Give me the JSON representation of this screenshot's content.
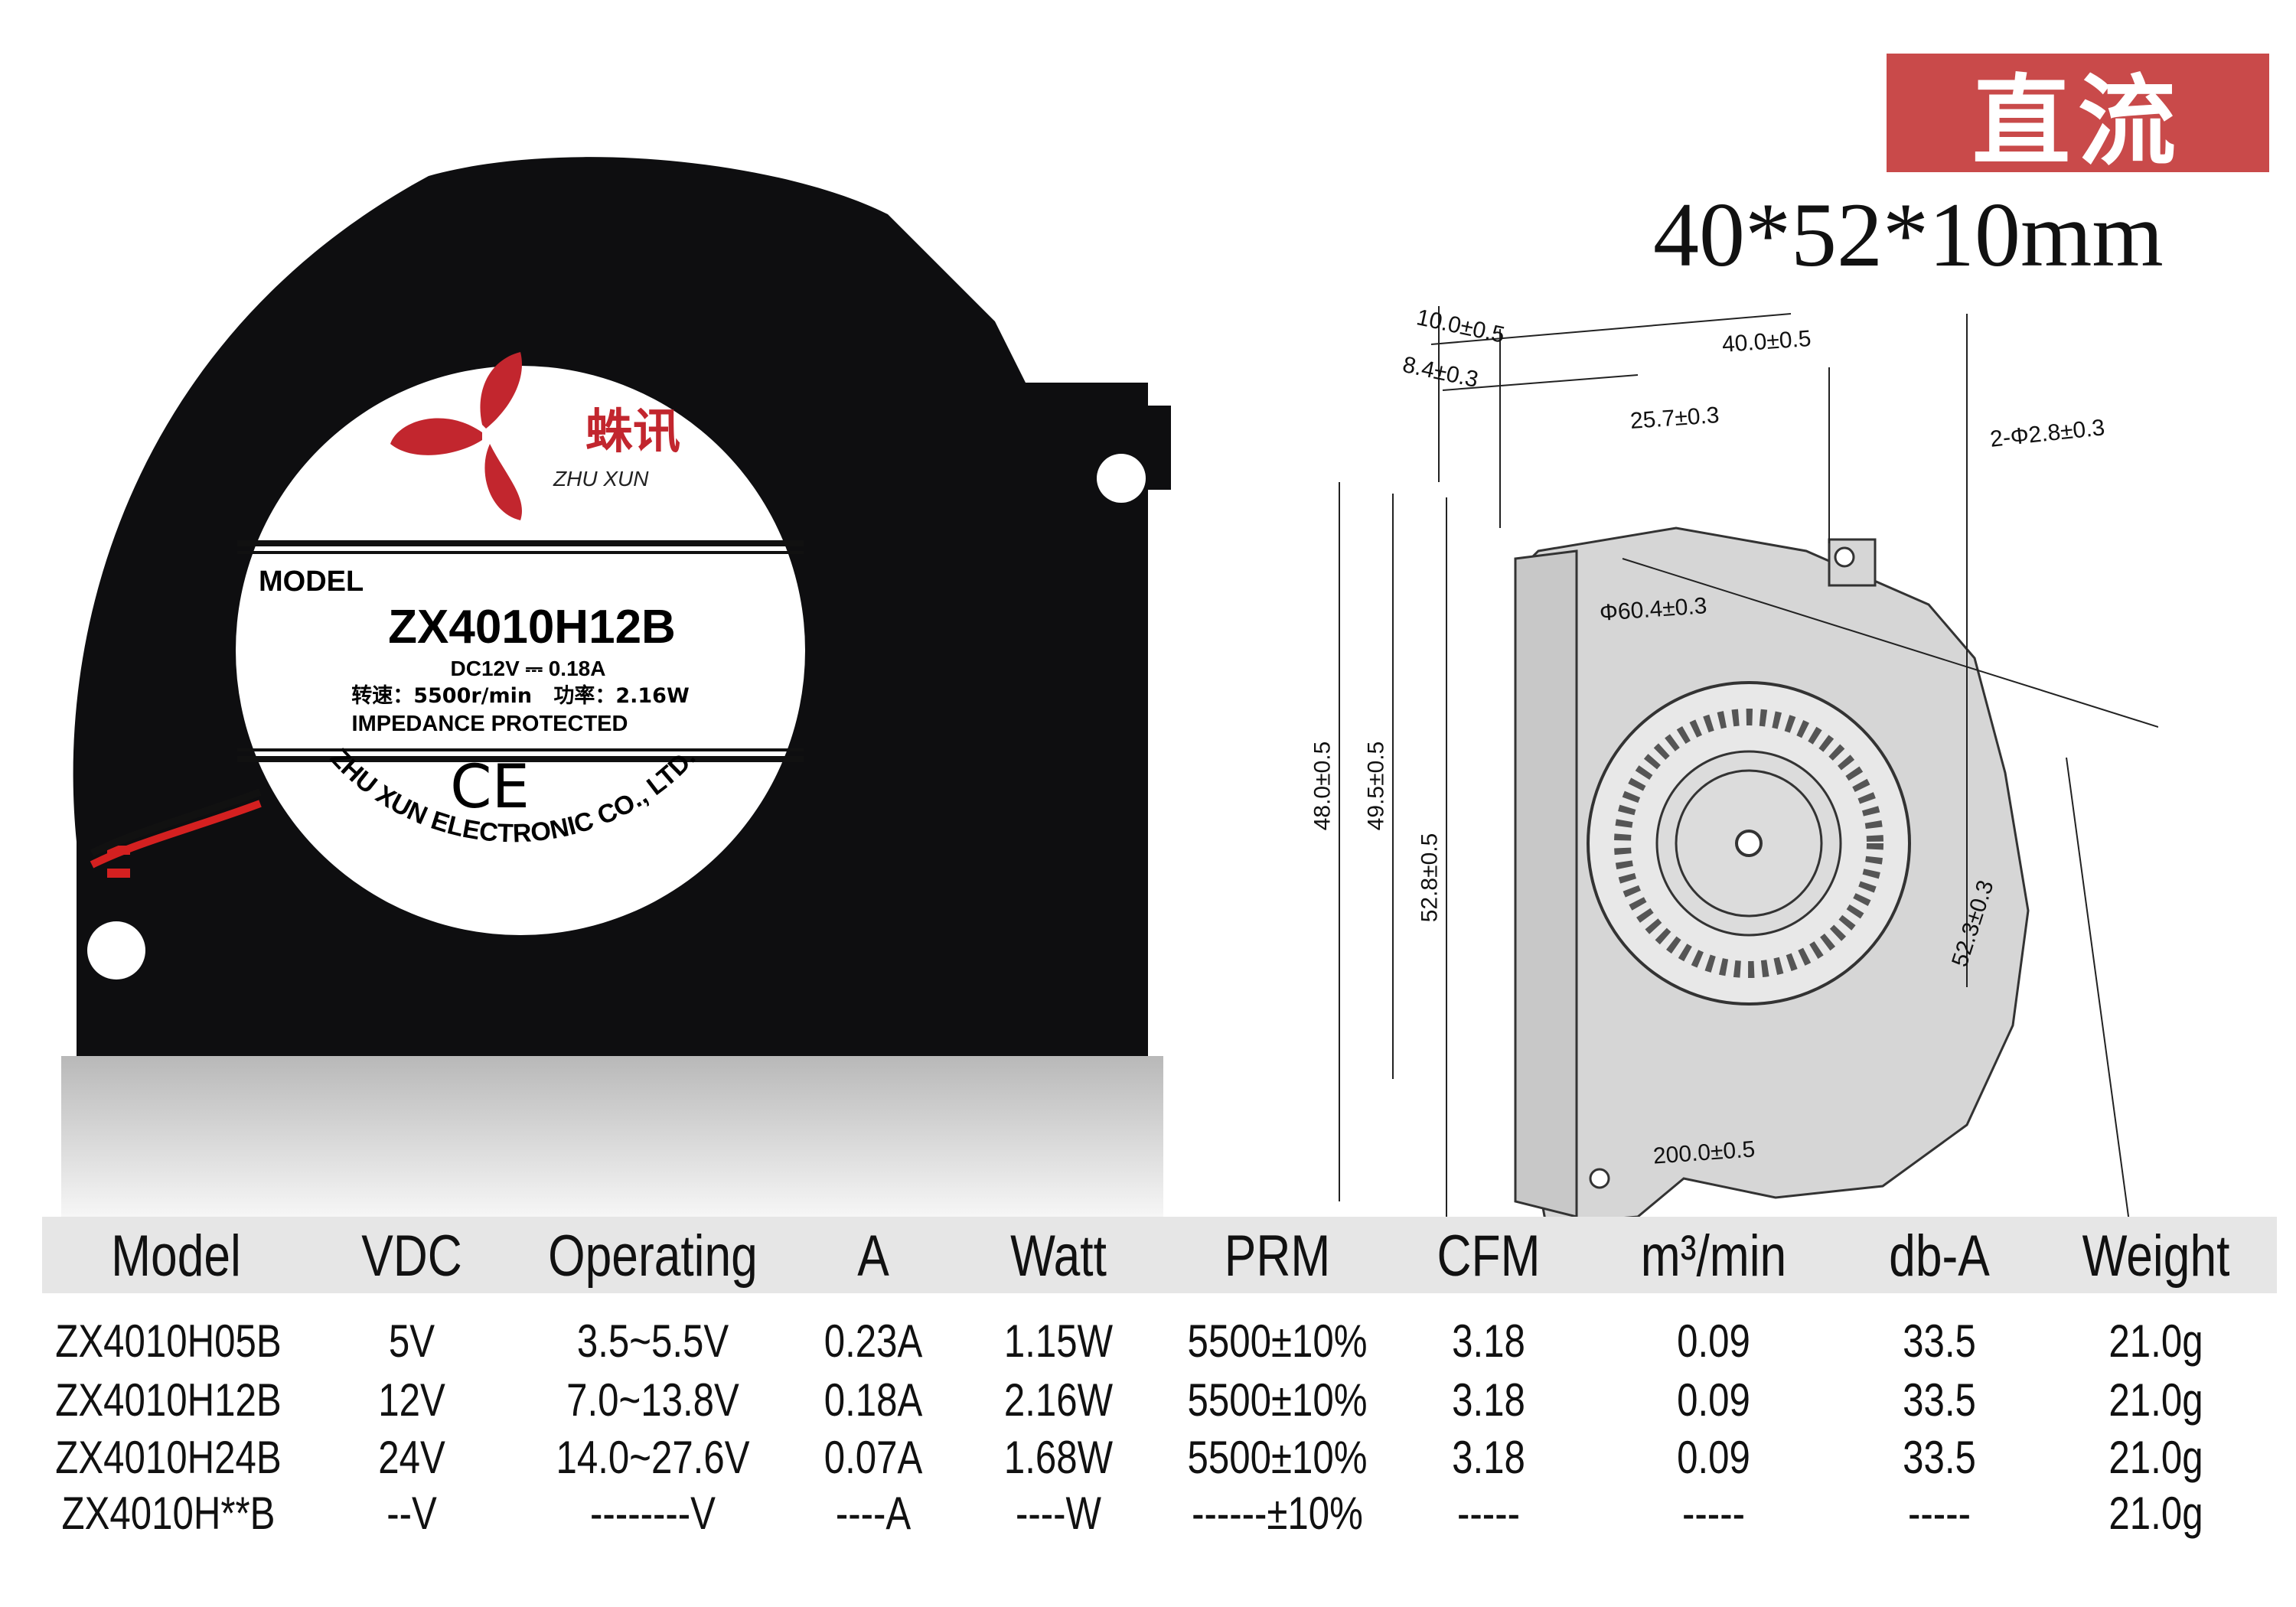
{
  "banner": {
    "text": "直流",
    "color": "#c94a4a"
  },
  "dimensions_title": "40*52*10mm",
  "fan_label": {
    "brand_cn": "蛛讯",
    "brand_en": "ZHU XUN",
    "model_heading": "MODEL",
    "model": "ZX4010H12B",
    "rating": "DC12V ⎓ 0.18A",
    "speed_power": "转速：5500r/min   功率：2.16W",
    "protection": "IMPEDANCE PROTECTED",
    "cert": "CE",
    "company": "ZHU XUN ELECTRONIC CO., LTD."
  },
  "drawing": {
    "labels": [
      "10.0±0.5",
      "8.4±0.3",
      "40.0±0.5",
      "25.7±0.3",
      "2-Φ2.8±0.3",
      "Φ60.4±0.3",
      "48.0±0.5",
      "49.5±0.5",
      "52.8±0.5",
      "52.3±0.3",
      "200.0±0.5"
    ]
  },
  "table": {
    "headers": [
      "Model",
      "VDC",
      "Operating",
      "A",
      "Watt",
      "PRM",
      "CFM",
      "m³/min",
      "db-A",
      "Weight"
    ],
    "rows": [
      [
        "ZX4010H05B",
        "5V",
        "3.5~5.5V",
        "0.23A",
        "1.15W",
        "5500±10%",
        "3.18",
        "0.09",
        "33.5",
        "21.0g"
      ],
      [
        "ZX4010H12B",
        "12V",
        "7.0~13.8V",
        "0.18A",
        "2.16W",
        "5500±10%",
        "3.18",
        "0.09",
        "33.5",
        "21.0g"
      ],
      [
        "ZX4010H24B",
        "24V",
        "14.0~27.6V",
        "0.07A",
        "1.68W",
        "5500±10%",
        "3.18",
        "0.09",
        "33.5",
        "21.0g"
      ],
      [
        "ZX4010H**B",
        "--V",
        "--------V",
        "----A",
        "----W",
        "------±10%",
        "-----",
        "-----",
        "-----",
        "21.0g"
      ]
    ]
  }
}
